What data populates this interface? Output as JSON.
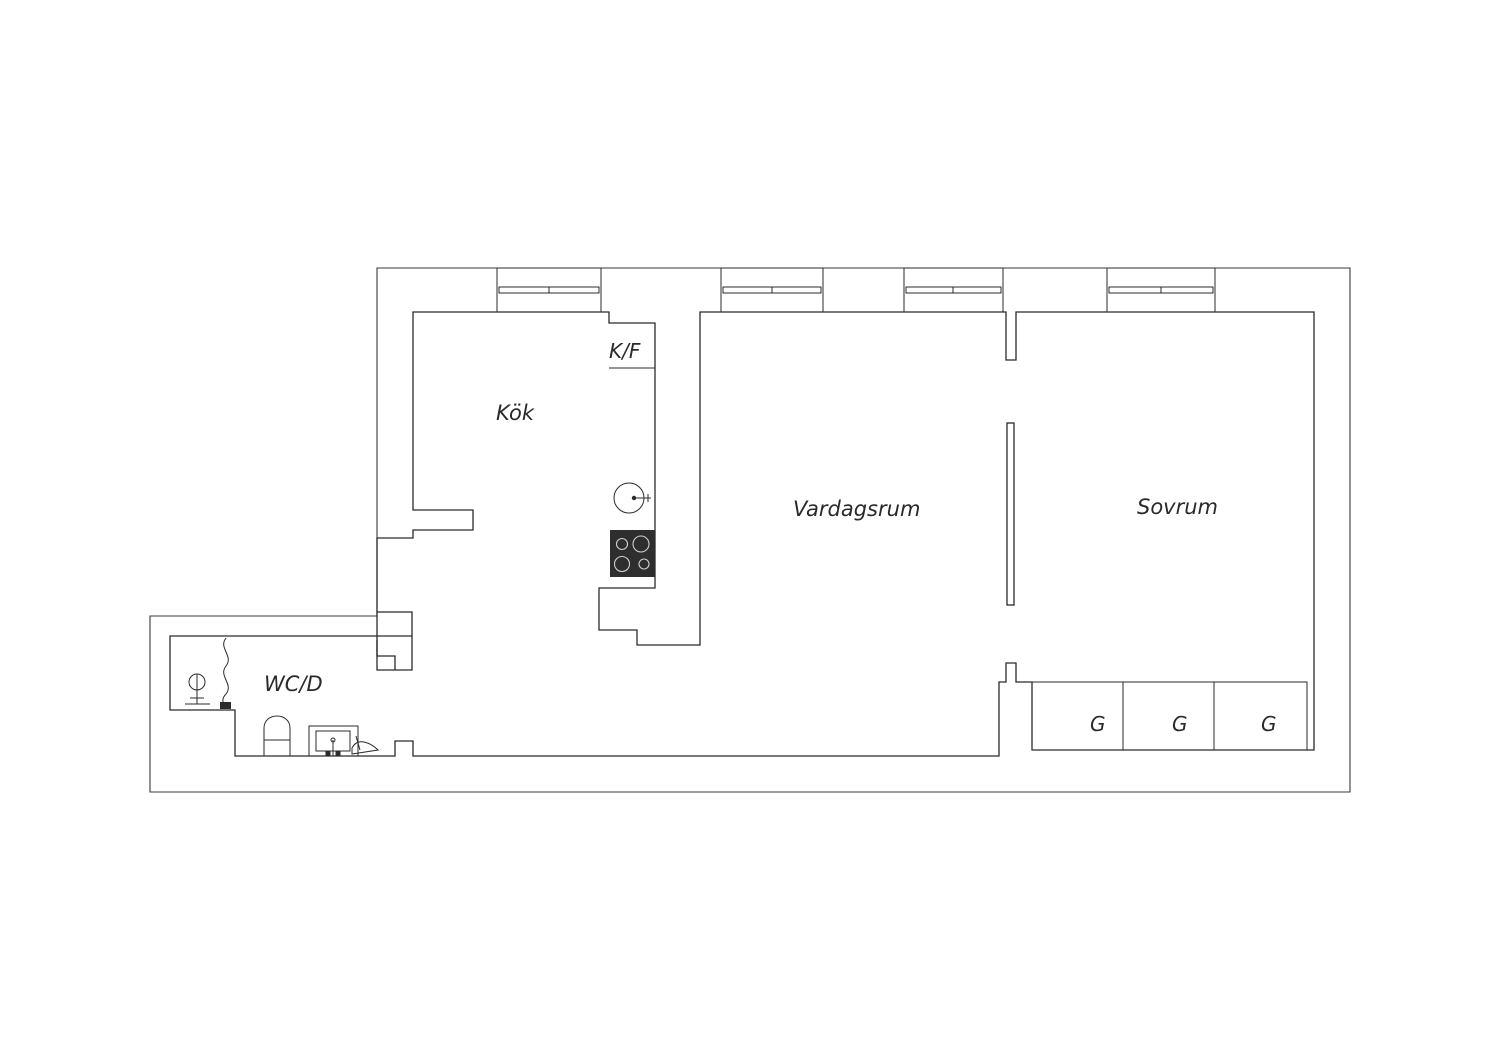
{
  "rooms": {
    "kitchen": "Kök",
    "fridge_freezer": "K/F",
    "living_room": "Vardagsrum",
    "bedroom": "Sovrum",
    "bathroom": "WC/D",
    "wardrobe_1": "G",
    "wardrobe_2": "G",
    "wardrobe_3": "G"
  },
  "icons": {
    "window": "window-icon",
    "sink": "sink-icon",
    "stove": "stove-icon",
    "shower": "shower-icon",
    "toilet": "toilet-icon",
    "washbasin": "washbasin-icon"
  },
  "colors": {
    "line": "#2b2b2b",
    "stove_fill": "#2e2e2e",
    "background": "#ffffff"
  }
}
